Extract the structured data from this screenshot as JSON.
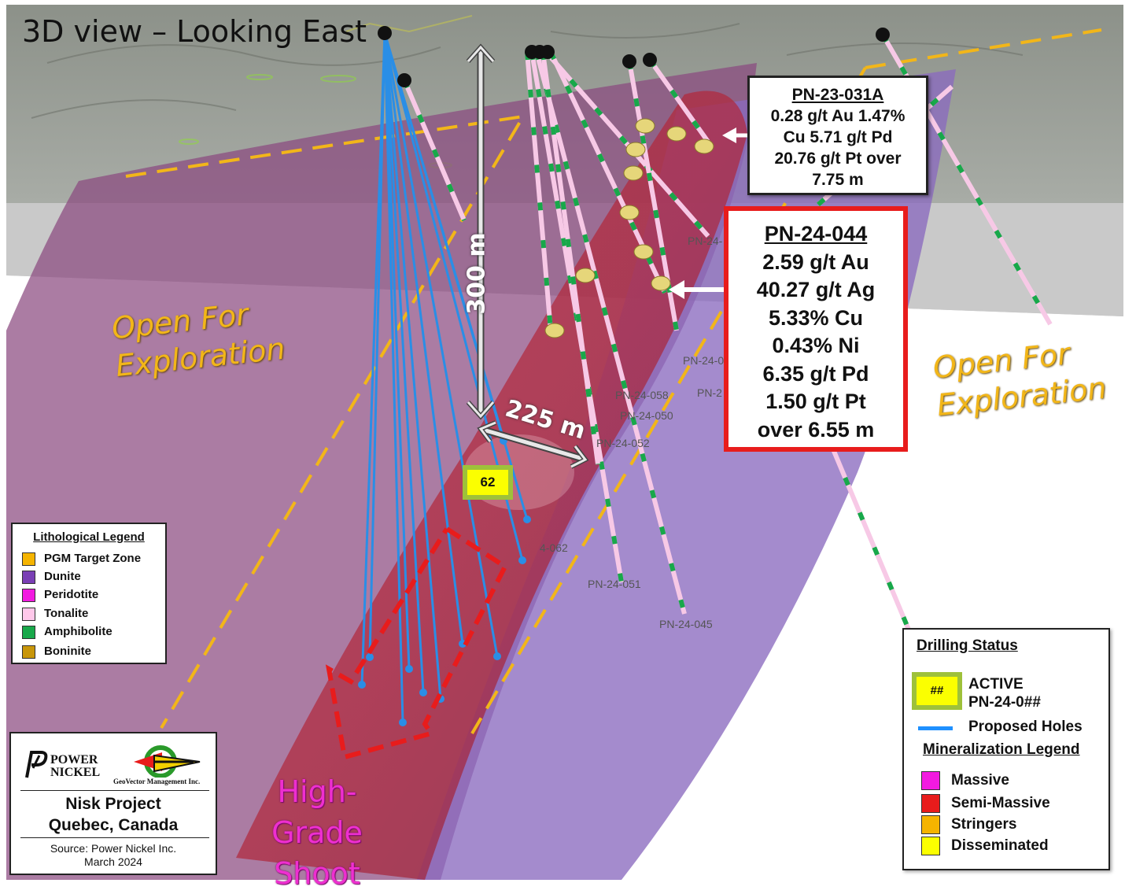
{
  "title": "3D view – Looking East",
  "open_left": {
    "line1": "Open For",
    "line2": "Exploration"
  },
  "open_right": {
    "line1": "Open For",
    "line2": "Exploration"
  },
  "high_grade": {
    "line1": "High-Grade",
    "line2": "Shoot"
  },
  "dim_vertical": "300 m",
  "dim_horizontal": "225 m",
  "active_hole": "62",
  "callout_031a": {
    "id": "PN-23-031A",
    "lines": [
      "0.28 g/t Au 1.47%",
      "Cu 5.71 g/t Pd",
      "20.76 g/t Pt over",
      "7.75 m"
    ]
  },
  "callout_044": {
    "id": "PN-24-044",
    "lines": [
      "2.59 g/t Au",
      "40.27 g/t Ag",
      "5.33% Cu",
      "0.43% Ni",
      "6.35 g/t Pd",
      "1.50 g/t Pt",
      "over 6.55 m"
    ]
  },
  "hole_labels": [
    {
      "text": "PN-24-058"
    },
    {
      "text": "PN-24-050"
    },
    {
      "text": "PN-24-052"
    },
    {
      "text": "4-062"
    },
    {
      "text": "PN-24-051"
    },
    {
      "text": "PN-24-045"
    },
    {
      "text": "PN-24-0"
    },
    {
      "text": "PN-2"
    },
    {
      "text": "PN-24-"
    }
  ],
  "lithological_legend": {
    "title": "Lithological Legend",
    "items": [
      {
        "label": "PGM Target Zone",
        "color": "#f5b400"
      },
      {
        "label": "Dunite",
        "color": "#7a3fb5"
      },
      {
        "label": "Peridotite",
        "color": "#f21ae0"
      },
      {
        "label": "Tonalite",
        "color": "#ffc8ea"
      },
      {
        "label": "Amphibolite",
        "color": "#18a84a"
      },
      {
        "label": "Boninite",
        "color": "#c8960a"
      }
    ]
  },
  "logo_box": {
    "company1_line1": "POWER",
    "company1_line2": "NICKEL",
    "company2": "GeoVector Management Inc.",
    "project_line1": "Nisk Project",
    "project_line2": "Quebec, Canada",
    "source_line1": "Source: Power Nickel Inc.",
    "source_line2": "March 2024"
  },
  "drilling_status": {
    "title": "Drilling Status",
    "active_badge": "##",
    "active_line1": "ACTIVE",
    "active_line2": "PN-24-0##",
    "proposed": "Proposed Holes",
    "min_title": "Mineralization Legend",
    "items": [
      {
        "label": "Massive",
        "color": "#f21ae0"
      },
      {
        "label": "Semi-Massive",
        "color": "#e81c1c"
      },
      {
        "label": "Stringers",
        "color": "#f5b400"
      },
      {
        "label": "Disseminated",
        "color": "#fbff00"
      }
    ]
  },
  "colors": {
    "callout_border": "#e81c1c",
    "proposed_hole": "#1e90ff",
    "active_badge": "#fbff00",
    "active_border": "#9ec13a",
    "open_text": "#f2b619",
    "shoot_text": "#ee2fd0"
  }
}
